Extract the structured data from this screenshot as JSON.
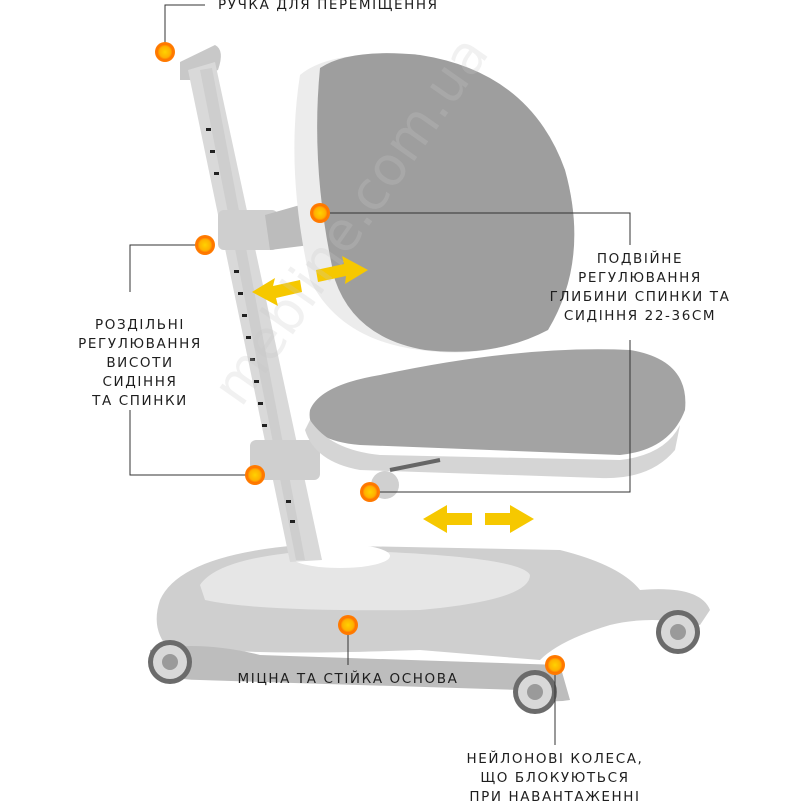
{
  "callouts": {
    "handle": {
      "lines": [
        "РУЧКА ДЛЯ ПЕРЕМІЩЕННЯ"
      ]
    },
    "height": {
      "lines": [
        "РОЗДІЛЬНІ",
        "РЕГУЛЮВАННЯ",
        "ВИСОТИ",
        "СИДІННЯ",
        "ТА СПИНКИ"
      ]
    },
    "depth": {
      "lines": [
        "ПОДВІЙНЕ",
        "РЕГУЛЮВАННЯ",
        "ГЛИБИНИ СПИНКИ ТА",
        "СИДІННЯ 22-36СМ"
      ]
    },
    "base": {
      "lines": [
        "МІЦНА ТА СТІЙКА ОСНОВА"
      ]
    },
    "wheels": {
      "lines": [
        "НЕЙЛОНОВІ КОЛЕСА,",
        "ЩО БЛОКУЮТЬСЯ",
        "ПРИ НАВАНТАЖЕННІ"
      ]
    }
  },
  "watermark": "mebline.com.ua",
  "colors": {
    "marker": "#f5b800",
    "arrow": "#f6c800",
    "chair": "#9b9b9b",
    "frame": "#d4d4d4",
    "line": "#333333"
  }
}
